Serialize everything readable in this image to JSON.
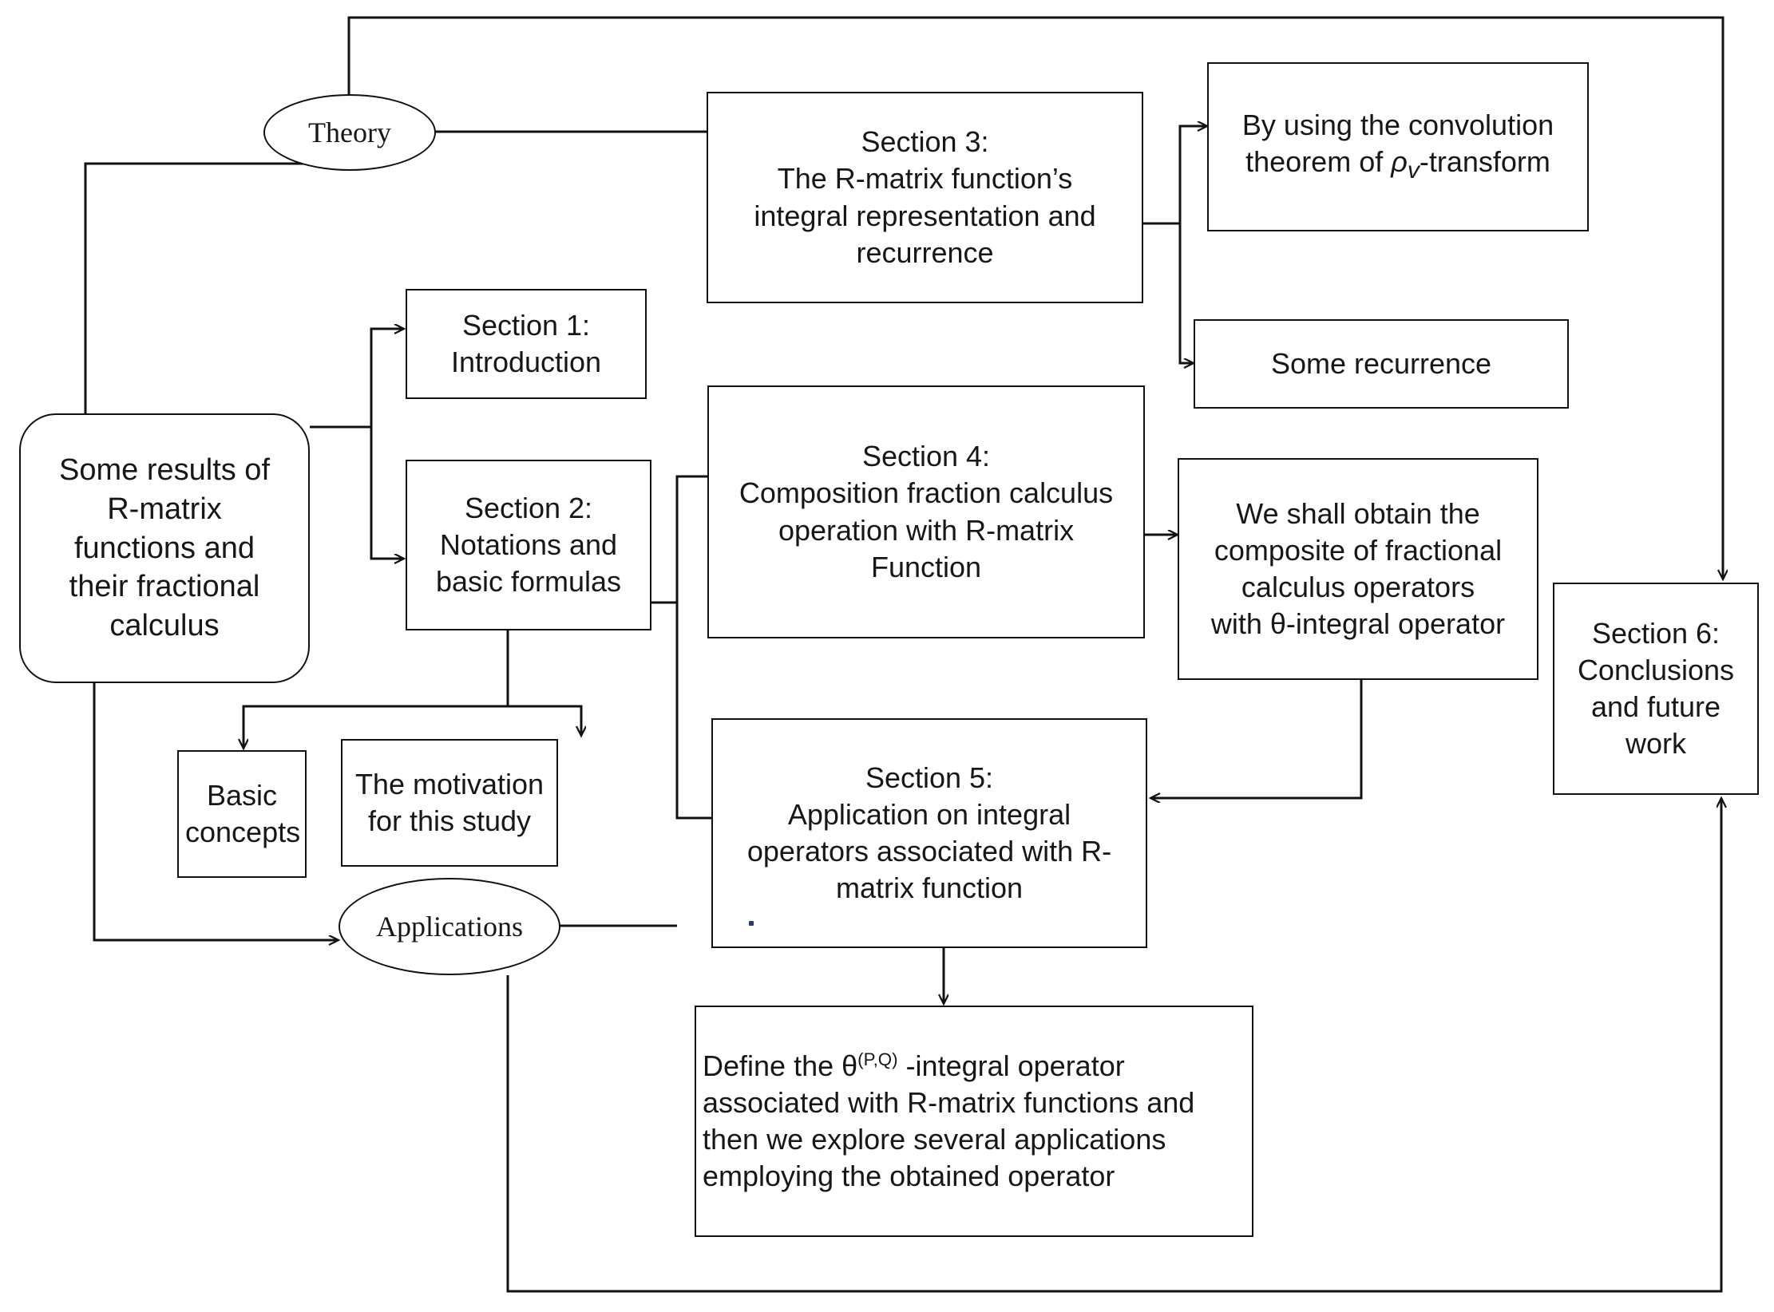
{
  "diagram": {
    "type": "flowchart",
    "title_present": false,
    "background": "#ffffff",
    "line_color": "#111111",
    "text_color": "#17171a",
    "nodes": {
      "root": {
        "label": "Some results of\nR-matrix\nfunctions and\ntheir fractional\ncalculus",
        "shape": "rounded-rectangle"
      },
      "theory": {
        "label": "Theory",
        "shape": "ellipse"
      },
      "applications": {
        "label": "Applications",
        "shape": "ellipse"
      },
      "section1": {
        "label": "Section 1:\nIntroduction",
        "shape": "rectangle"
      },
      "section2": {
        "label": "Section 2:\nNotations and\nbasic formulas",
        "shape": "rectangle"
      },
      "section3": {
        "label": "Section 3:\nThe R-matrix function’s\nintegral representation and\nrecurrence",
        "shape": "rectangle"
      },
      "section4": {
        "label": "Section 4:\nComposition fraction calculus\noperation with R-matrix\nFunction",
        "shape": "rectangle"
      },
      "section5": {
        "label": "Section 5:\nApplication on integral\noperators associated with R-\nmatrix function",
        "shape": "rectangle",
        "trailing_mark": "."
      },
      "section6": {
        "label": "Section 6:\nConclusions\nand future\nwork",
        "shape": "rectangle"
      },
      "basic_concepts": {
        "label": "Basic\nconcepts",
        "shape": "rectangle"
      },
      "motivation": {
        "label": "The motivation\nfor this study",
        "shape": "rectangle"
      },
      "convolution": {
        "label_before": "By using the convolution\ntheorem of ",
        "label_symbol": "ρ",
        "label_subscript": "v",
        "label_after": "-transform",
        "shape": "rectangle"
      },
      "some_recurrence": {
        "label": "Some recurrence",
        "shape": "rectangle"
      },
      "composite": {
        "label": "We shall obtain the\ncomposite of fractional\ncalculus operators\nwith θ-integral operator",
        "shape": "rectangle"
      },
      "define_operator": {
        "label_before": " Define the θ",
        "label_superscript": "(P,Q)",
        "label_after": " -integral operator\nassociated with R-matrix functions and\nthen we explore several applications\nemploying the obtained operator",
        "shape": "rectangle"
      }
    },
    "edges": [
      {
        "from": "root",
        "to": "theory",
        "arrow": true
      },
      {
        "from": "root",
        "to": "section1",
        "arrow": true
      },
      {
        "from": "root",
        "to": "section2",
        "arrow": true
      },
      {
        "from": "root",
        "to": "applications",
        "arrow": true
      },
      {
        "from": "theory",
        "to": "section3",
        "arrow": false
      },
      {
        "from": "theory",
        "to": "section6",
        "arrow": true
      },
      {
        "from": "section3",
        "to": "convolution",
        "arrow": true
      },
      {
        "from": "section3",
        "to": "some_recurrence",
        "arrow": true
      },
      {
        "from": "section2",
        "to": "basic_concepts",
        "arrow": true
      },
      {
        "from": "section2",
        "to": "motivation",
        "arrow": true
      },
      {
        "from": "section2",
        "to": "section4",
        "arrow": false
      },
      {
        "from": "section2",
        "to": "section5",
        "arrow": false
      },
      {
        "from": "section4",
        "to": "composite",
        "arrow": true
      },
      {
        "from": "composite",
        "to": "section5",
        "arrow": true
      },
      {
        "from": "applications",
        "to": "section5",
        "arrow": false
      },
      {
        "from": "section5",
        "to": "define_operator",
        "arrow": true
      },
      {
        "from": "applications",
        "to": "section6",
        "arrow": true
      }
    ]
  }
}
